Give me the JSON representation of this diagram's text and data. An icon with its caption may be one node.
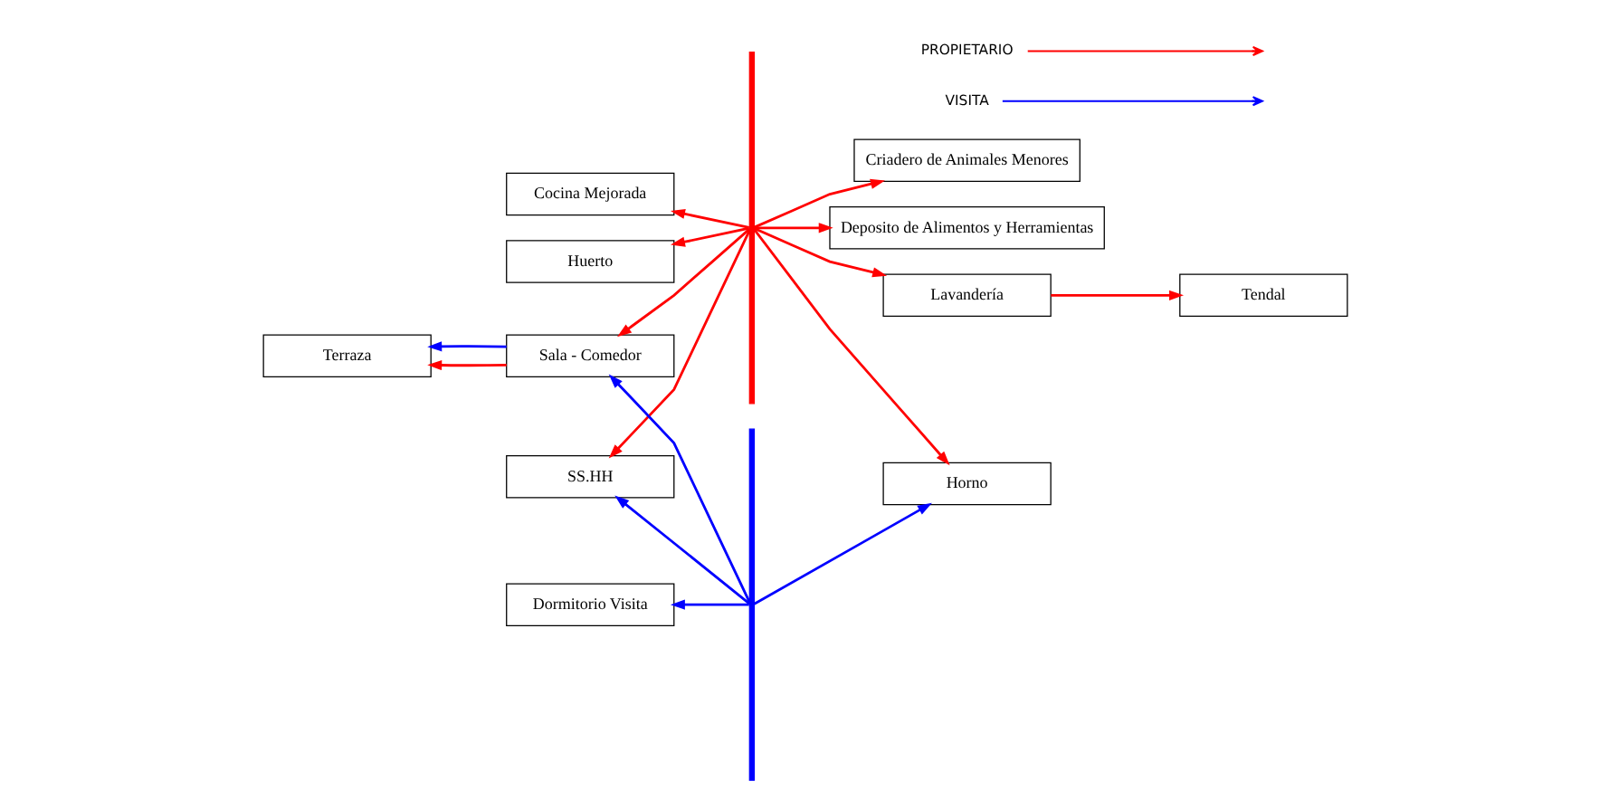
{
  "diagram": {
    "nodes": [
      {
        "text": [
          "Huerto"
        ]
      },
      {
        "text": [
          "Criadero de Animales Menores"
        ]
      },
      {
        "text": [
          "Dormitorio Visita"
        ]
      },
      {
        "text": [
          "Deposito de Alimentos y Herramientas"
        ]
      },
      {
        "text": [
          "SS.HH"
        ]
      },
      {
        "text": [
          "Terraza"
        ]
      },
      {
        "text": [
          "Sala - Comedor"
        ]
      },
      {
        "text": [
          "Lavandería"
        ]
      },
      {
        "text": [
          "Tendal"
        ]
      },
      {
        "text": [
          "Cocina Mejorada"
        ]
      },
      {
        "text": [
          "Horno"
        ]
      },
      {
        "text": [],
        "shape": "bar"
      },
      {
        "text": [],
        "shape": "bar"
      }
    ],
    "edges": [
      {
        "from": 11,
        "to": 0,
        "arrow": "to"
      },
      {
        "from": 11,
        "to": 1,
        "arrow": "to"
      },
      {
        "from": 12,
        "to": 2,
        "arrow": "to",
        "color": "#0000ff"
      },
      {
        "from": 11,
        "to": 4,
        "arrow": "to"
      },
      {
        "from": 11,
        "to": 3,
        "arrow": "to"
      },
      {
        "from": 12,
        "to": 4,
        "arrow": "to",
        "color": "#0000ff"
      },
      {
        "from": 6,
        "to": 5,
        "arrow": "to"
      },
      {
        "from": 6,
        "to": 5,
        "arrow": "to",
        "color": "#0000ff"
      },
      {
        "from": 11,
        "to": 6,
        "arrow": "to"
      },
      {
        "from": 12,
        "to": 6,
        "arrow": "to",
        "color": "#0000ff"
      },
      {
        "from": 11,
        "to": 7,
        "arrow": "to"
      },
      {
        "from": 7,
        "to": 8,
        "arrow": "to"
      },
      {
        "from": 11,
        "to": 9,
        "arrow": "to"
      },
      {
        "from": 11,
        "to": 10,
        "arrow": "to"
      },
      {
        "from": 12,
        "to": 10,
        "arrow": "to",
        "color": "#0000ff"
      }
    ],
    "legend": [
      {
        "text": "PROPIETARIO",
        "color": "#ff0000"
      },
      {
        "text": "VISITA",
        "color": "#0000ff"
      }
    ]
  }
}
